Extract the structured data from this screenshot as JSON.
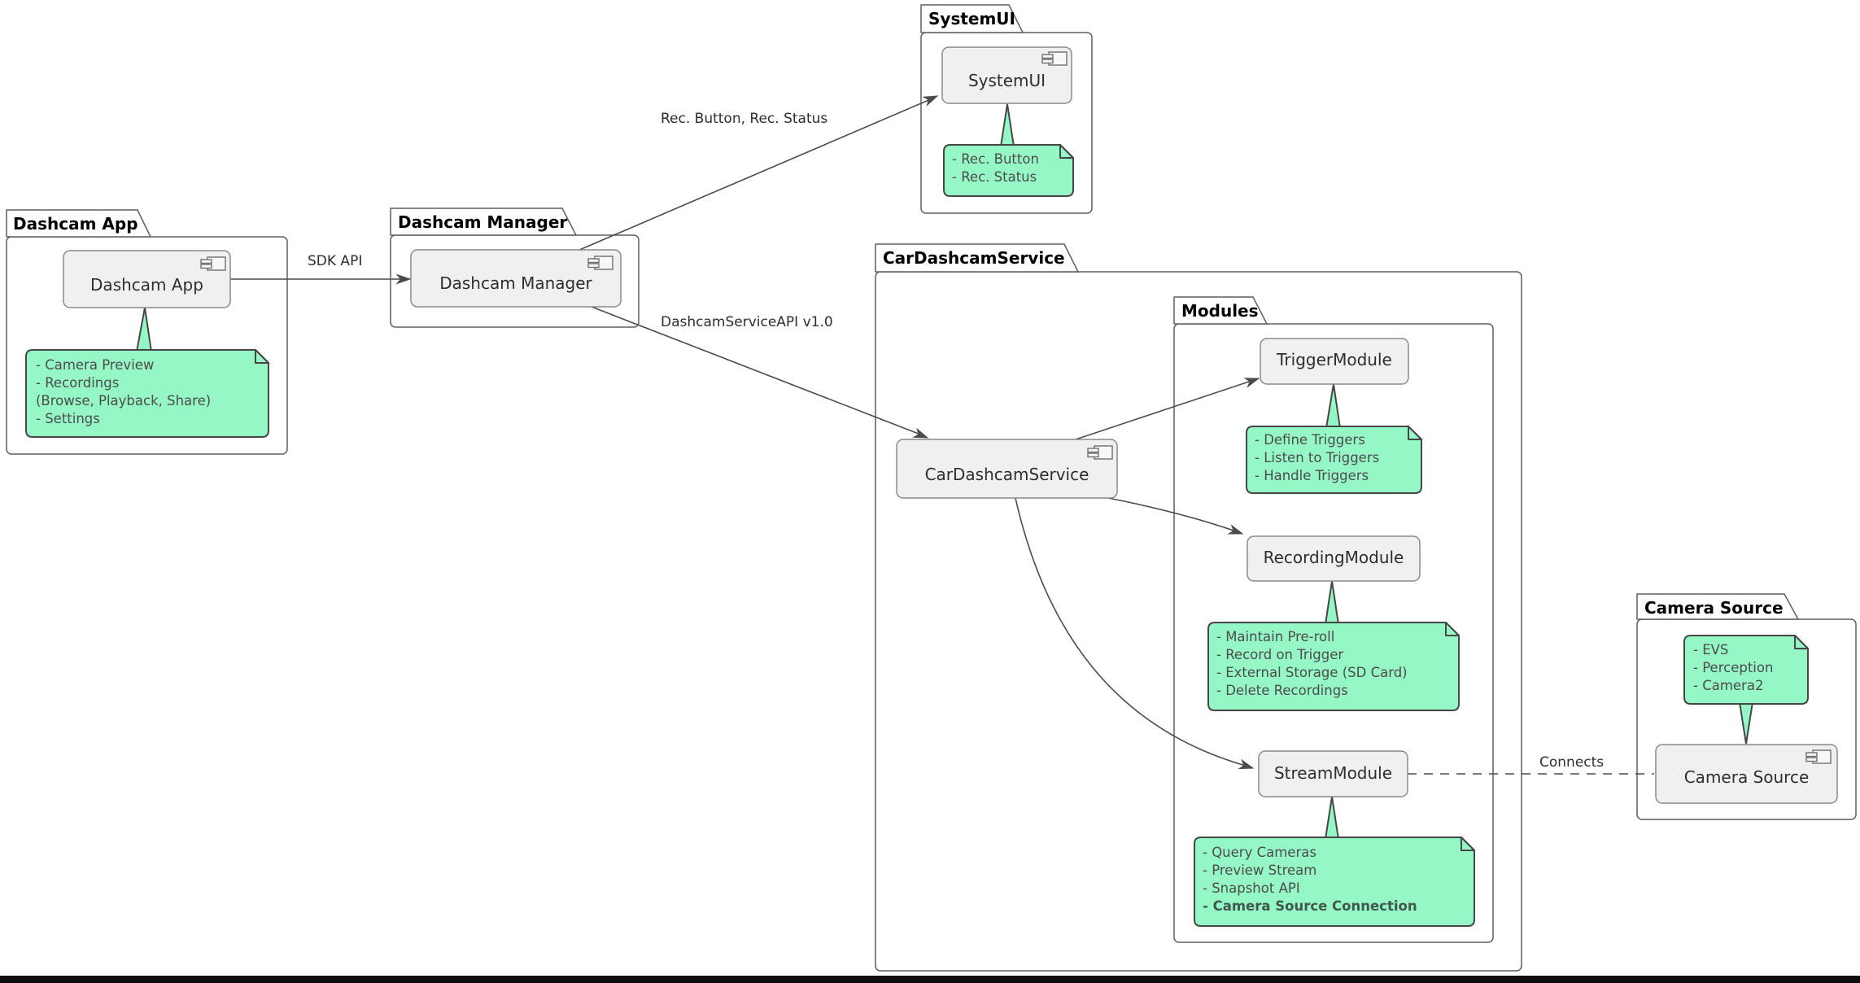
{
  "diagram": {
    "packages": {
      "dashcam_app": "Dashcam App",
      "dashcam_manager": "Dashcam Manager",
      "systemui": "SystemUI",
      "car_dashcam_service": "CarDashcamService",
      "modules": "Modules",
      "camera_source": "Camera Source"
    },
    "components": {
      "dashcam_app": "Dashcam App",
      "dashcam_manager": "Dashcam Manager",
      "systemui": "SystemUI",
      "car_dashcam_service": "CarDashcamService",
      "trigger_module": "TriggerModule",
      "recording_module": "RecordingModule",
      "stream_module": "StreamModule",
      "camera_source": "Camera Source"
    },
    "notes": {
      "dashcam_app": {
        "lines": [
          "- Camera Preview",
          "- Recordings",
          "(Browse, Playback, Share)",
          "- Settings"
        ]
      },
      "systemui": {
        "lines": [
          "- Rec. Button",
          "- Rec. Status"
        ]
      },
      "trigger_module": {
        "lines": [
          "- Define Triggers",
          "- Listen to Triggers",
          "- Handle Triggers"
        ]
      },
      "recording_module": {
        "lines": [
          "- Maintain Pre-roll",
          "- Record on Trigger",
          "- External Storage (SD Card)",
          "- Delete Recordings"
        ]
      },
      "stream_module": {
        "lines": [
          "- Query Cameras",
          "- Preview Stream",
          "- Snapshot API",
          "- Camera Source Connection"
        ]
      },
      "camera_source": {
        "lines": [
          "- EVS",
          "- Perception",
          "- Camera2"
        ]
      }
    },
    "edge_labels": {
      "sdk_api": "SDK API",
      "rec_controls": "Rec. Button, Rec. Status",
      "service_api": "DashcamServiceAPI v1.0",
      "connects": "Connects"
    },
    "colors": {
      "note_fill": "#95F6C6",
      "note_border": "#454645",
      "component_fill": "#F0F0F0",
      "component_border": "#8A8A8A",
      "package_border": "#5E5E5E",
      "line": "#4B4B4B",
      "bottom_bar": "#0E0E0E"
    }
  }
}
